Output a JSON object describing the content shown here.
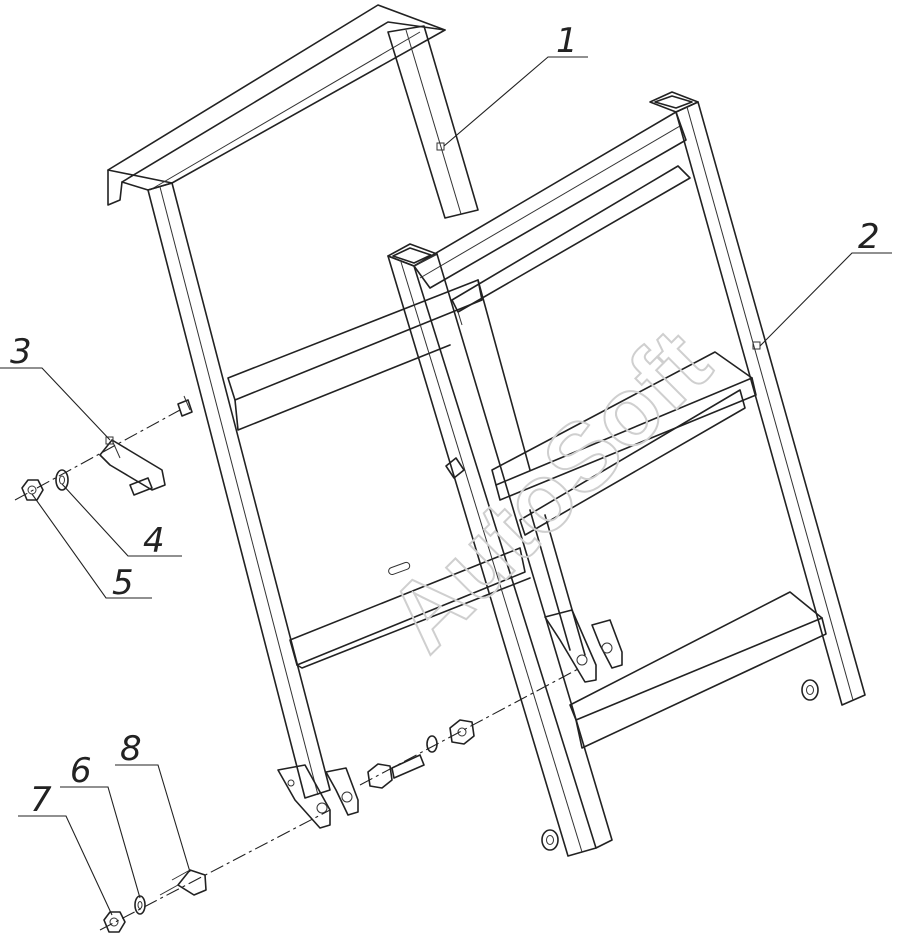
{
  "watermark": "AutoSoft",
  "callouts": [
    {
      "id": "callout-1",
      "number": "1"
    },
    {
      "id": "callout-2",
      "number": "2"
    },
    {
      "id": "callout-3",
      "number": "3"
    },
    {
      "id": "callout-4",
      "number": "4"
    },
    {
      "id": "callout-5",
      "number": "5"
    },
    {
      "id": "callout-6",
      "number": "6"
    },
    {
      "id": "callout-7",
      "number": "7"
    },
    {
      "id": "callout-8",
      "number": "8"
    }
  ],
  "colors": {
    "line": "#222222",
    "watermark": "#cfcfcf",
    "background": "#ffffff"
  }
}
